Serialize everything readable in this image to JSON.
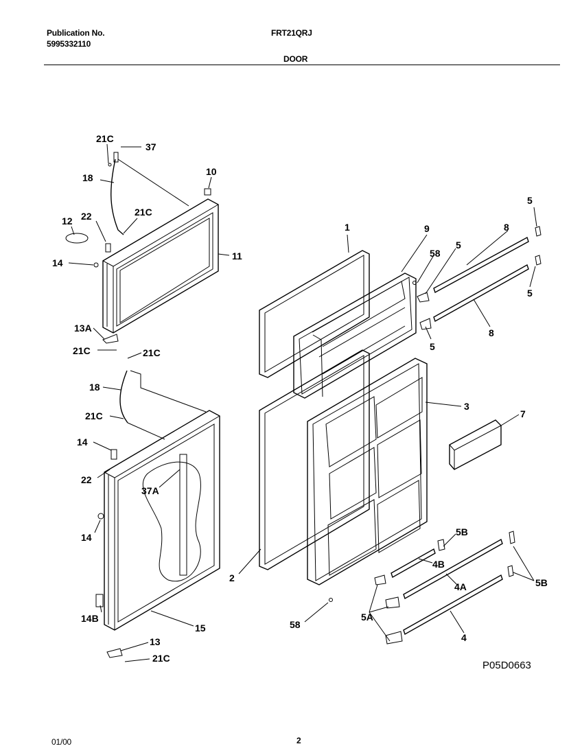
{
  "header": {
    "publication_label": "Publication No.",
    "publication_number": "5995332110",
    "model": "FRT21QRJ",
    "section": "DOOR"
  },
  "diagram": {
    "code": "P05D0663",
    "callouts": [
      "21C",
      "37",
      "18",
      "10",
      "21C",
      "12",
      "22",
      "14",
      "11",
      "13A",
      "21C",
      "21C",
      "18",
      "21C",
      "14",
      "22",
      "37A",
      "14",
      "14B",
      "15",
      "13",
      "21C",
      "1",
      "9",
      "58",
      "5",
      "8",
      "5",
      "5",
      "8",
      "5",
      "3",
      "7",
      "2",
      "5B",
      "4B",
      "5B",
      "4A",
      "5A",
      "58",
      "4"
    ]
  },
  "footer": {
    "date": "01/00",
    "page": "2"
  }
}
